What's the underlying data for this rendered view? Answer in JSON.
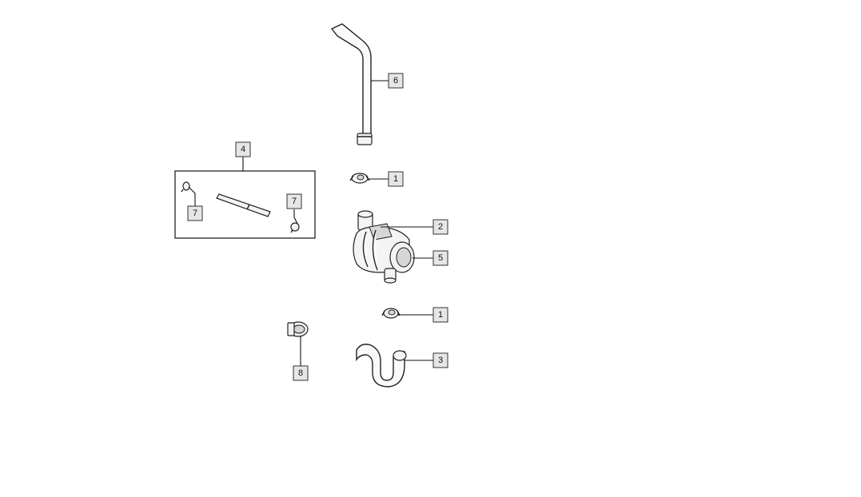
{
  "callouts": {
    "clip_upper": "1",
    "housing": "2",
    "hose_lower": "3",
    "kit": "4",
    "cap": "5",
    "tube_upper": "6",
    "kit_clip_left": "7",
    "kit_clip_right": "7",
    "clamp": "8",
    "clip_lower": "1"
  },
  "colors": {
    "line": "#222222",
    "callout_fill": "#e6e6e6",
    "background": "#ffffff"
  }
}
